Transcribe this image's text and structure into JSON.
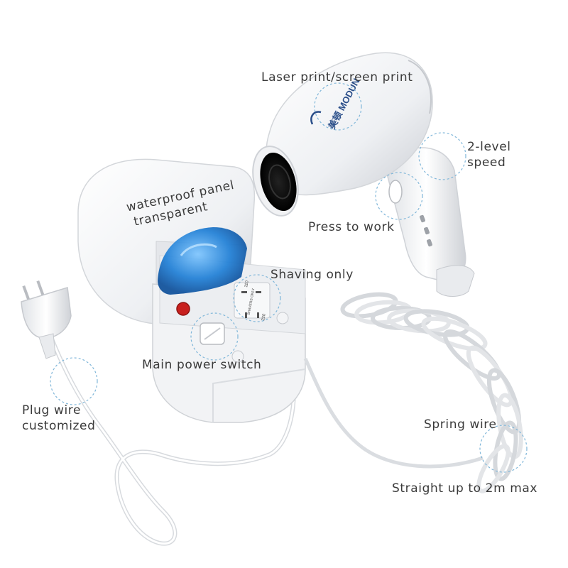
{
  "colors": {
    "body_white": "#f4f5f7",
    "shadow_grey": "#c9ccd2",
    "panel_blue": "#1f7fd6",
    "indicator_red": "#c8201e",
    "callout_circle": "#7fb6d9",
    "label_text": "#3a3a3a"
  },
  "brand": {
    "logo_text": "美顿 MODUN"
  },
  "callouts": {
    "laser_print": "Laser print/screen print",
    "speed_line1": "2-level",
    "speed_line2": "speed",
    "press_to_work": "Press to work",
    "waterproof_line1": "waterproof panel",
    "waterproof_line2": "transparent",
    "shaving_only": "Shaving only",
    "main_power_switch": "Main power switch",
    "plug_line1": "Plug wire",
    "plug_line2": "customized",
    "spring_wire": "Spring wire",
    "straight_length": "Straight up to 2m max"
  },
  "device_markings": {
    "shavers_only": "SHAVERS ONLY",
    "voltage_top": "110",
    "voltage_bottom": "220"
  }
}
